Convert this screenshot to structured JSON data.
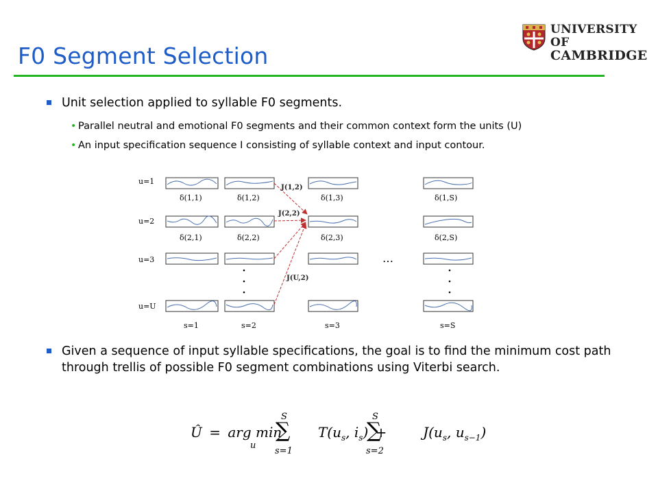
{
  "header": {
    "title": "F0 Segment Selection",
    "logo_line1": "UNIVERSITY OF",
    "logo_line2": "CAMBRIDGE"
  },
  "bullets": {
    "main1": "Unit selection applied to syllable F0 segments.",
    "sub1": "Parallel neutral and emotional F0 segments and their common context form the units (U)",
    "sub2": "An input specification sequence I consisting of syllable context and input contour.",
    "main2": "Given a sequence of input syllable specifications, the goal is to find the minimum cost path through trellis of possible F0 segment combinations using Viterbi search."
  },
  "trellis": {
    "rows": [
      "u=1",
      "u=2",
      "u=3",
      "u=U"
    ],
    "cols": [
      "s=1",
      "s=2",
      "s=3",
      "s=S"
    ],
    "labels_row1": [
      "δ(1,1)",
      "δ(1,2)",
      "δ(1,3)",
      "δ(1,S)"
    ],
    "labels_row2": [
      "δ(2,1)",
      "δ(2,2)",
      "δ(2,3)",
      "δ(2,S)"
    ],
    "arrows": [
      "J(1,2)",
      "J(2,2)",
      "J(U,2)"
    ],
    "ellipsis": "…",
    "arrow_color": "#c03030"
  },
  "equation": {
    "lhs": "Û",
    "eq": "=",
    "argmin": "arg min",
    "argmin_sub": "u",
    "sum1_top": "S",
    "sum1_bottom": "s=1",
    "term1": "T(u",
    "term1_sub": "s",
    "term1_mid": ", i",
    "term1_sub2": "s",
    "term1_end": ")",
    "plus": "+",
    "sum2_top": "S",
    "sum2_bottom": "s=2",
    "term2": "J(u",
    "term2_sub": "s",
    "term2_mid": ", u",
    "term2_sub2": "s−1",
    "term2_end": ")"
  }
}
